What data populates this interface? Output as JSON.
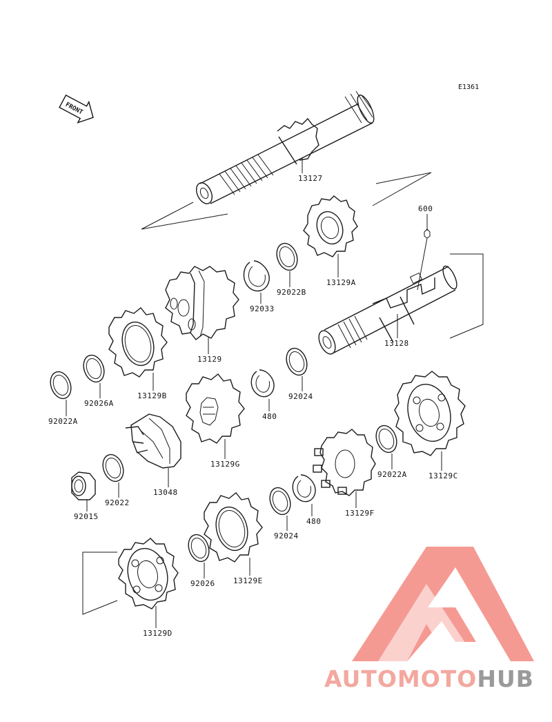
{
  "diagram_code": "E1361",
  "front_arrow": {
    "label": "FRONT"
  },
  "parts": [
    {
      "id": "13127"
    },
    {
      "id": "600"
    },
    {
      "id": "13129A"
    },
    {
      "id": "92022B"
    },
    {
      "id": "92033"
    },
    {
      "id": "13129"
    },
    {
      "id": "13128"
    },
    {
      "id": "13129B"
    },
    {
      "id": "92026A"
    },
    {
      "id": "92022A"
    },
    {
      "id": "92024"
    },
    {
      "id": "480"
    },
    {
      "id": "13129G"
    },
    {
      "id": "13129C"
    },
    {
      "id": "92022A"
    },
    {
      "id": "13048"
    },
    {
      "id": "92022"
    },
    {
      "id": "92015"
    },
    {
      "id": "13129F"
    },
    {
      "id": "480"
    },
    {
      "id": "92024"
    },
    {
      "id": "13129E"
    },
    {
      "id": "92026"
    },
    {
      "id": "13129D"
    }
  ],
  "watermark": {
    "part1": "AUTOMOTO",
    "part2": "HUB",
    "color_part1": "#f3a89f",
    "color_part2": "#9a9a9a",
    "logo_color": "#f27e74"
  }
}
